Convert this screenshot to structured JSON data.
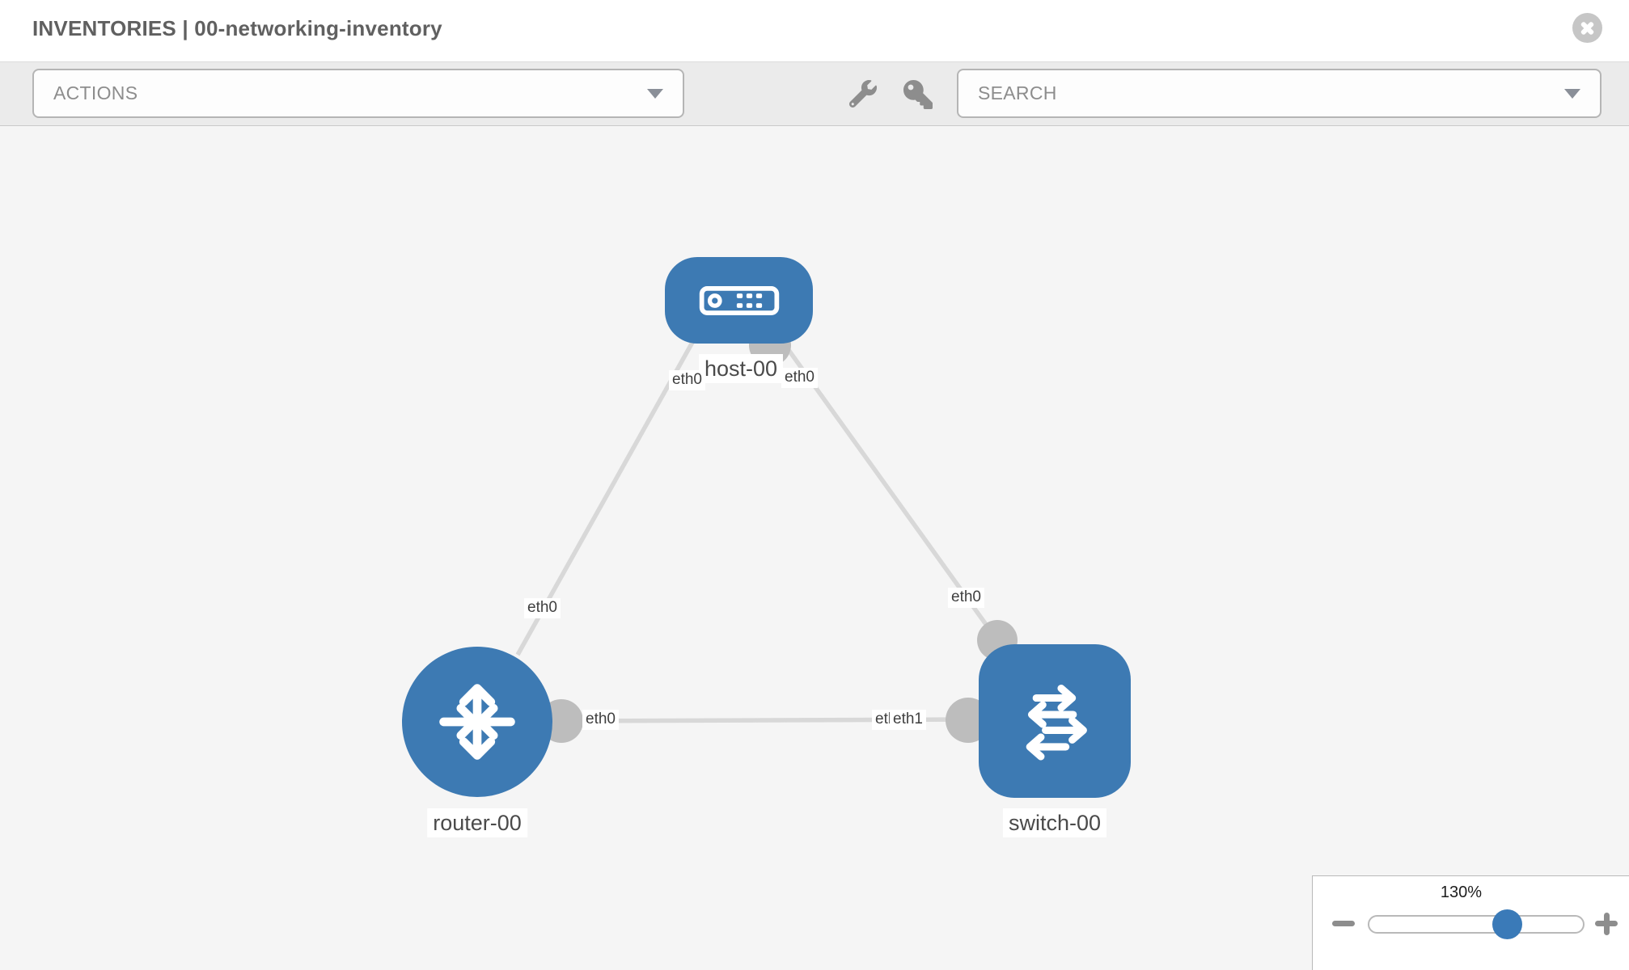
{
  "header": {
    "title": "INVENTORIES | 00-networking-inventory",
    "close_icon": "close-circle-icon"
  },
  "toolbar": {
    "actions_label": "ACTIONS",
    "search_placeholder": "SEARCH",
    "icons": [
      "wrench-icon",
      "key-icon"
    ]
  },
  "topology": {
    "nodes": [
      {
        "label": "host-00",
        "type": "host",
        "icon": "server-icon"
      },
      {
        "label": "router-00",
        "type": "router",
        "icon": "router-arrows-icon"
      },
      {
        "label": "switch-00",
        "type": "switch",
        "icon": "switch-arrows-icon"
      }
    ],
    "links": [
      {
        "from": "host-00",
        "to": "router-00",
        "from_label": "eth0",
        "to_label": "eth0"
      },
      {
        "from": "host-00",
        "to": "switch-00",
        "from_label": "eth0",
        "to_label": "eth0"
      },
      {
        "from": "router-00",
        "to": "switch-00",
        "from_label": "eth0",
        "to_label": "eth1",
        "to_label_behind": "eth0"
      }
    ]
  },
  "zoom_control": {
    "level": "130%",
    "minus_icon": "minus-icon",
    "plus_icon": "plus-icon"
  },
  "colors": {
    "node_fill": "#3d7ab3",
    "link_stroke": "#d8d8d8",
    "connector_fill": "#bdbdbd",
    "toolbar_bg": "#ebebeb",
    "canvas_bg": "#f5f5f5",
    "slider_thumb": "#3a7ab8"
  }
}
